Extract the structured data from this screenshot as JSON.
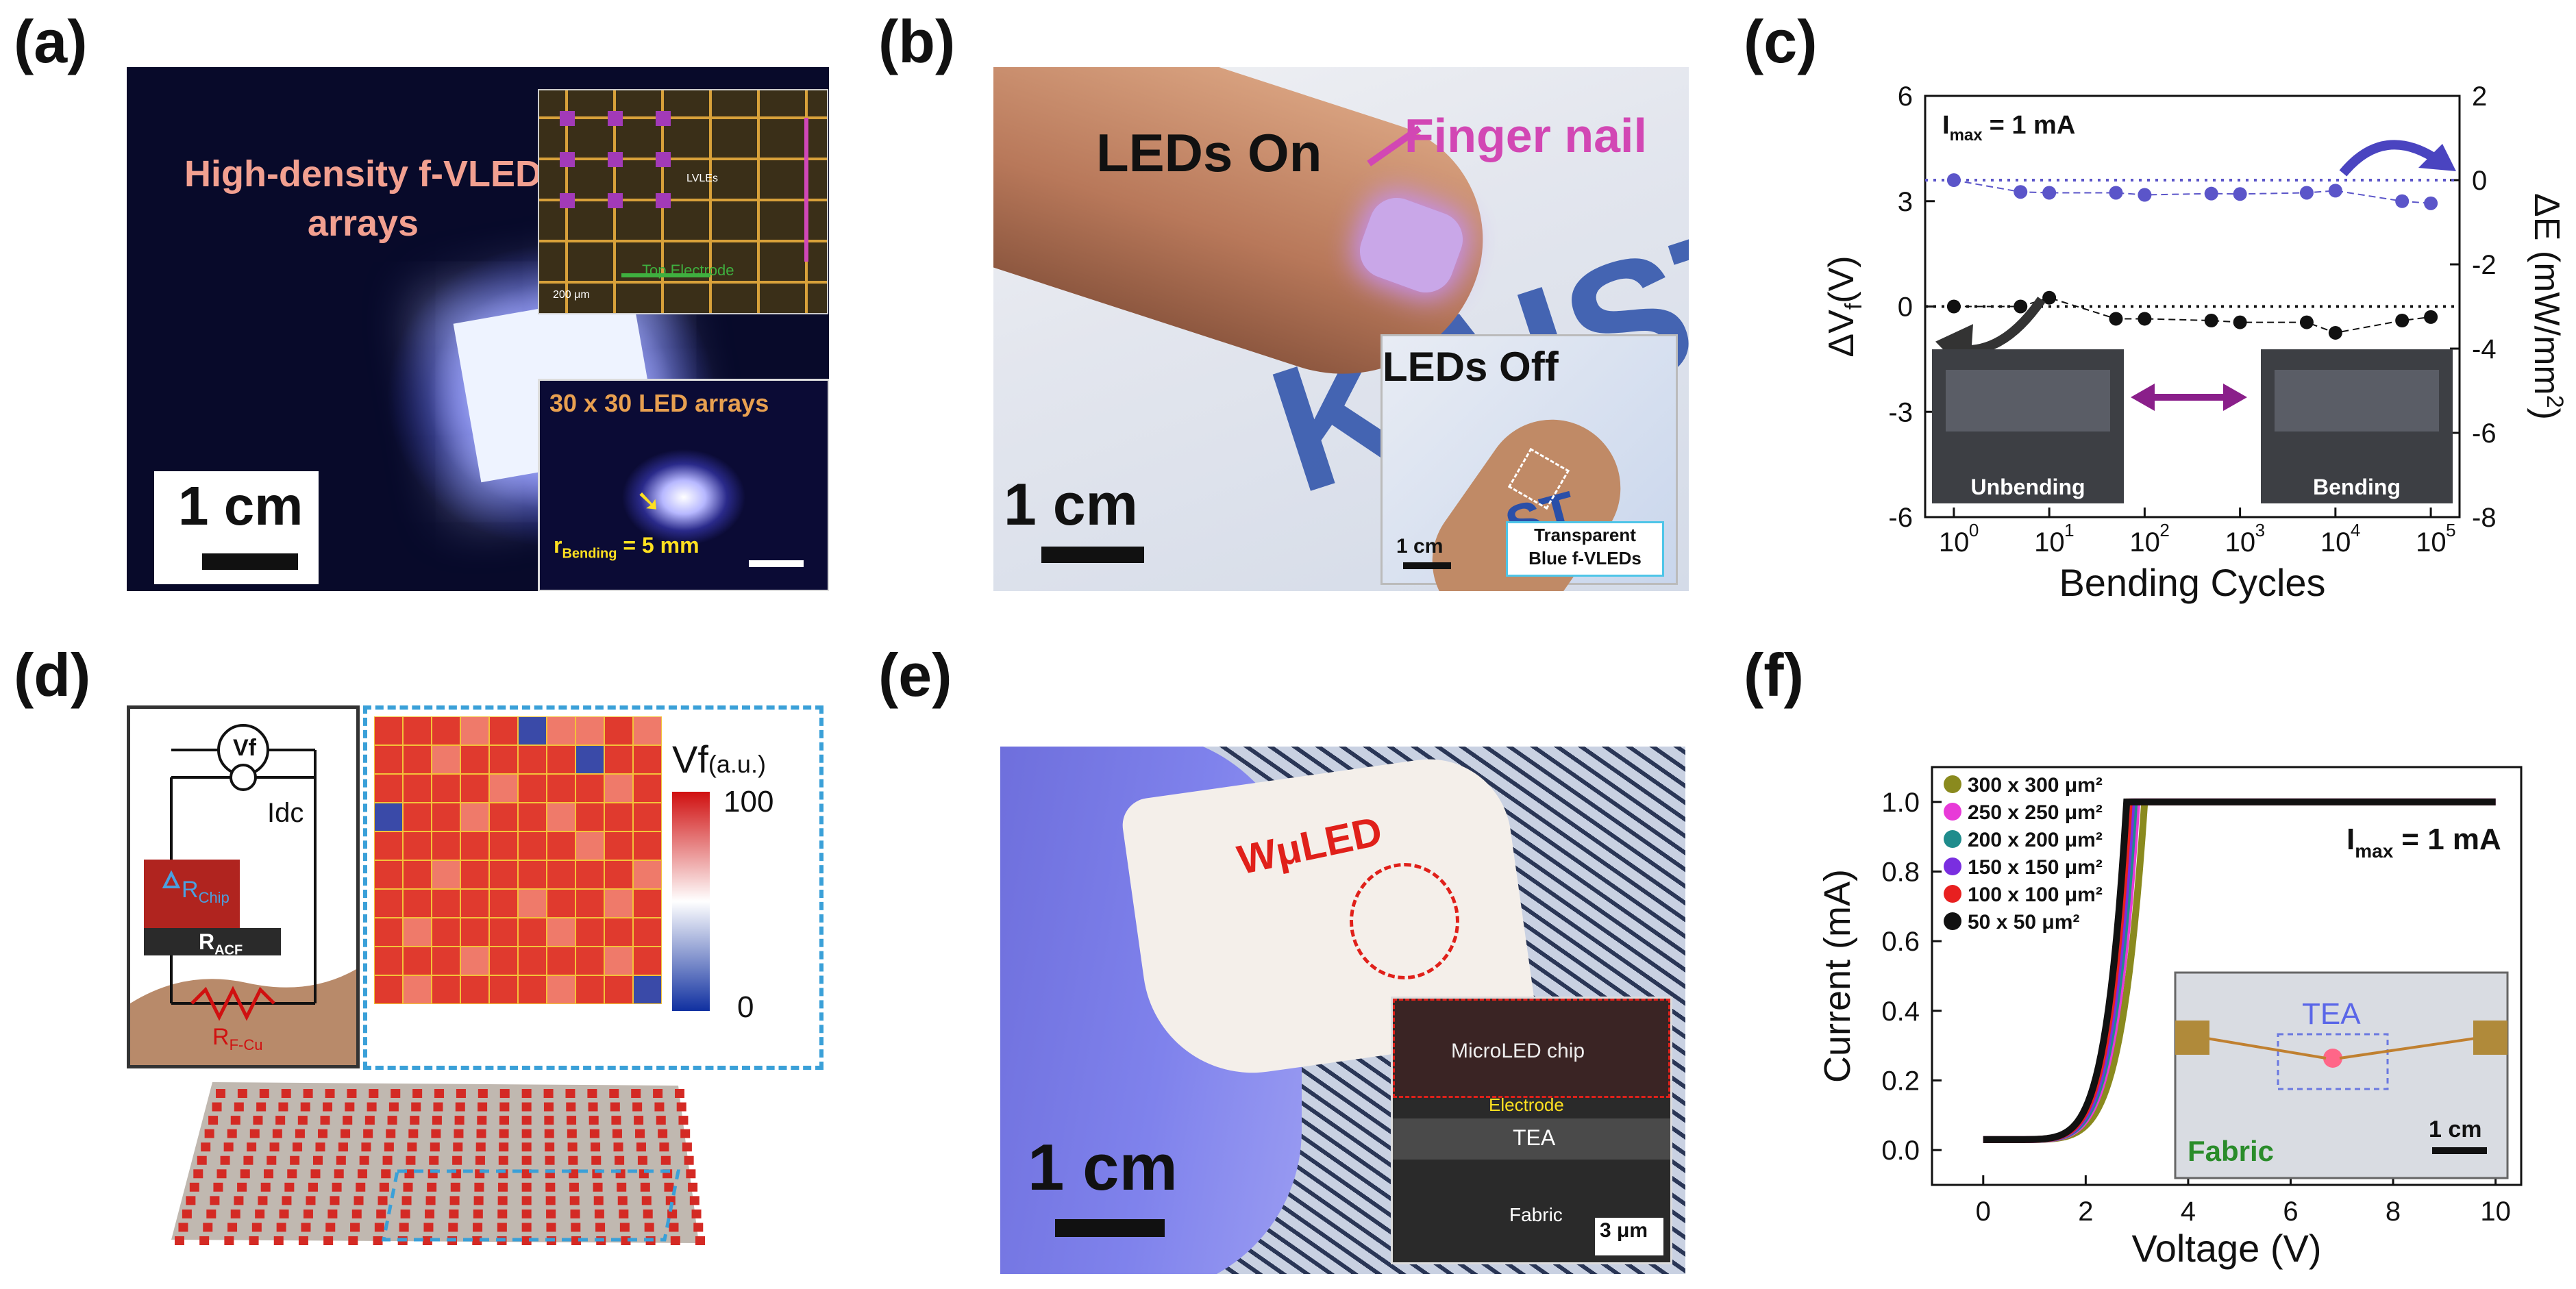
{
  "panels": {
    "a": {
      "label": "(a)",
      "title": "High-density f-VLED arrays",
      "scale": "1 cm",
      "inset_top": {
        "scale": "200 μm",
        "electrode": "Top Electrode",
        "lvles": "LVLEs"
      },
      "inset_bottom": {
        "title": "30 x 30 LED arrays",
        "bending": "r",
        "bending_sub": "Bending",
        "bending_val": "= 5 mm"
      }
    },
    "b": {
      "label": "(b)",
      "leds_on": "LEDs On",
      "finger_nail": "Finger nail",
      "scale": "1 cm",
      "inset": {
        "leds_off": "LEDs Off",
        "scale": "1 cm",
        "caption_line1": "Transparent",
        "caption_line2": "Blue f-VLEDs"
      }
    },
    "c": {
      "label": "(c)"
    },
    "d": {
      "label": "(d)",
      "vf_circle": "Vf",
      "idc": "Idc",
      "r_chip": "R",
      "r_chip_sub": "Chip",
      "r_acf": "R",
      "r_acf_sub": "ACF",
      "r_fcu": "R",
      "r_fcu_sub": "F-Cu",
      "colorbar_label": "Vf",
      "colorbar_unit": "(a.u.)",
      "colorbar_max": "100",
      "colorbar_min": "0"
    },
    "e": {
      "label": "(e)",
      "wuled": "WμLED",
      "scale": "1 cm",
      "sem": {
        "chip": "MicroLED chip",
        "electrode": "Electrode",
        "tea": "TEA",
        "fabric": "Fabric",
        "scale": "3 μm"
      }
    },
    "f": {
      "label": "(f)",
      "inset": {
        "tea": "TEA",
        "fabric": "Fabric",
        "scale": "1 cm"
      }
    }
  },
  "chart_data": [
    {
      "type": "scatter",
      "panel": "c",
      "annotation": "I",
      "annotation_sub": "max",
      "annotation_val": "= 1 mA",
      "xlabel": "Bending Cycles",
      "ylabel_left": "ΔV",
      "ylabel_left_sub": "f",
      "ylabel_left_unit": "(V)",
      "ylabel_right": "ΔE (mW/mm",
      "ylabel_right_sup": "2",
      "ylabel_right_end": ")",
      "xscale": "log",
      "xlim": [
        0.5,
        200000
      ],
      "ylim_left": [
        -6,
        6
      ],
      "ylim_right": [
        -8,
        2
      ],
      "xticks": [
        1,
        10,
        100,
        1000,
        10000,
        100000
      ],
      "xtick_labels": [
        "10",
        "10",
        "10",
        "10",
        "10",
        "10"
      ],
      "xtick_exps": [
        "0",
        "1",
        "2",
        "3",
        "4",
        "5"
      ],
      "yticks_left": [
        "6",
        "3",
        "0",
        "-3",
        "-6"
      ],
      "yticks_right": [
        "2",
        "0",
        "-2",
        "-4",
        "-6",
        "-8"
      ],
      "inset_labels": [
        "Unbending",
        "Bending"
      ],
      "series": [
        {
          "axis": "right",
          "color": "#5b55c9",
          "x": [
            1,
            5,
            10,
            50,
            100,
            500,
            1000,
            5000,
            10000,
            50000,
            100000
          ],
          "y": [
            0.0,
            -0.28,
            -0.3,
            -0.3,
            -0.35,
            -0.32,
            -0.33,
            -0.3,
            -0.25,
            -0.5,
            -0.55
          ]
        },
        {
          "axis": "left",
          "color": "#111111",
          "x": [
            1,
            5,
            10,
            50,
            100,
            500,
            1000,
            5000,
            10000,
            50000,
            100000
          ],
          "y": [
            0.0,
            0.0,
            0.25,
            -0.35,
            -0.35,
            -0.4,
            -0.45,
            -0.45,
            -0.75,
            -0.4,
            -0.3
          ]
        }
      ],
      "ref_lines": [
        {
          "axis": "right",
          "y": 0,
          "color": "#5b55c9"
        },
        {
          "axis": "left",
          "y": 0,
          "color": "#111111"
        }
      ]
    },
    {
      "type": "line",
      "panel": "f",
      "annotation": "I",
      "annotation_sub": "max",
      "annotation_val": "= 1 mA",
      "xlabel": "Voltage (V)",
      "ylabel": "Current (mA)",
      "xlim": [
        -1,
        10.5
      ],
      "ylim": [
        -0.1,
        1.1
      ],
      "xticks": [
        "0",
        "2",
        "4",
        "6",
        "8",
        "10"
      ],
      "yticks": [
        "0.0",
        "0.2",
        "0.4",
        "0.6",
        "0.8",
        "1.0"
      ],
      "series": [
        {
          "name": "300 x 300 μm²",
          "color": "#8a8a1e",
          "knee": 3.15
        },
        {
          "name": "250 x 250 μm²",
          "color": "#e83ad8",
          "knee": 3.0
        },
        {
          "name": "200 x 200 μm²",
          "color": "#1f8c8c",
          "knee": 2.95
        },
        {
          "name": "150 x 150 μm²",
          "color": "#7a2ee0",
          "knee": 2.9
        },
        {
          "name": "100 x 100 μm²",
          "color": "#e82020",
          "knee": 2.85
        },
        {
          "name": "50 x 50 μm²",
          "color": "#111111",
          "knee": 2.8
        }
      ]
    }
  ]
}
